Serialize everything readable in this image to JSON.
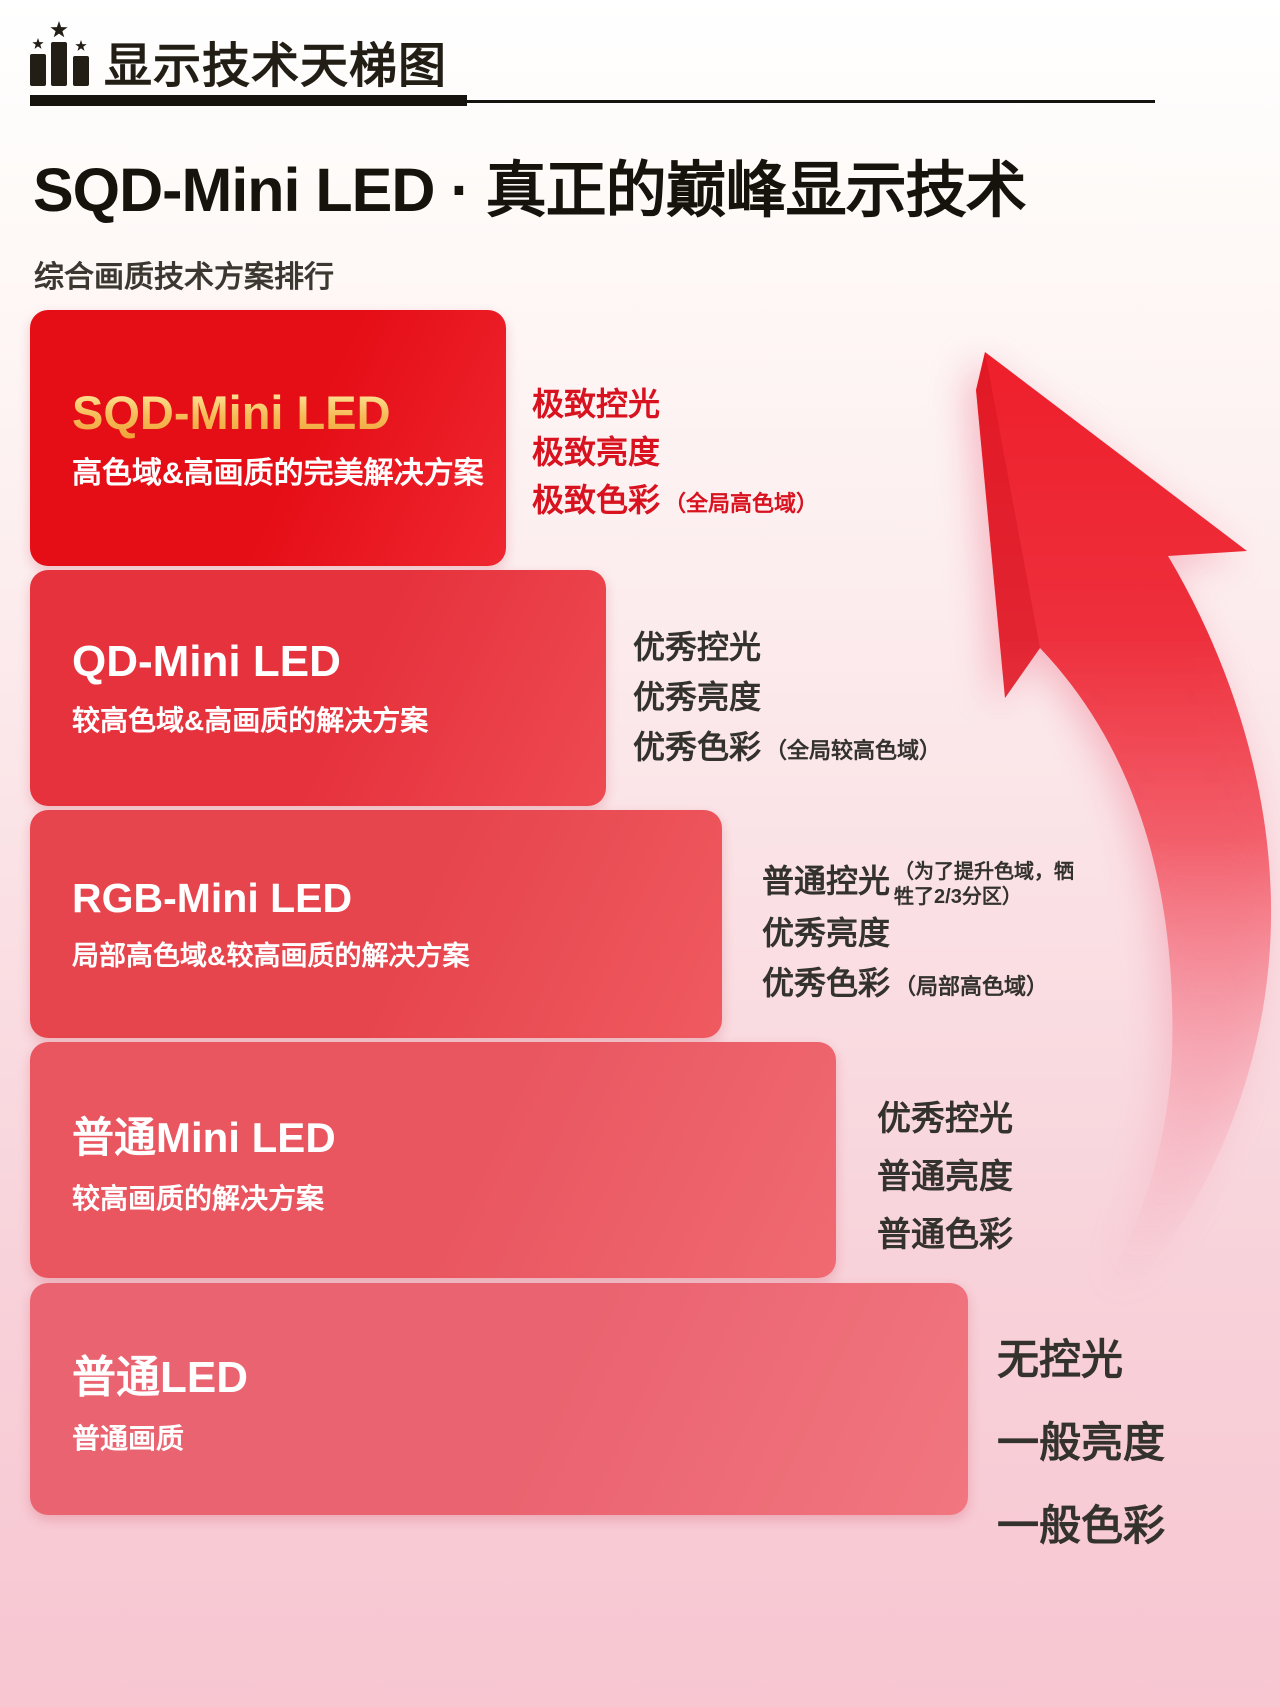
{
  "header": {
    "title": "显示技术天梯图",
    "icon": "podium-stars-icon"
  },
  "hero": {
    "title": "SQD-Mini LED · 真正的巅峰显示技术",
    "subtitle": "综合画质技术方案排行"
  },
  "arrow": {
    "icon": "upward-swoosh-arrow",
    "color_top": "#ee1f2b",
    "color_bottom": "#f8c6d2"
  },
  "colors": {
    "tier1_bg": "#e50d16",
    "tier2_bg": "#e6323d",
    "tier3_bg": "#e7454d",
    "tier4_bg": "#e95660",
    "tier5_bg": "#ea6370",
    "gold_text_top": "#fde294",
    "gold_text_bottom": "#f0a136",
    "feature_red": "#d8121f",
    "feature_dark": "#34322d",
    "page_bottom": "#f7c6d1",
    "ink": "#16120d"
  },
  "tiers": [
    {
      "name": "SQD-Mini LED",
      "desc": "高色域&高画质的完美解决方案",
      "features": [
        {
          "text": "极致控光",
          "note": ""
        },
        {
          "text": "极致亮度",
          "note": ""
        },
        {
          "text": "极致色彩",
          "note": "（全局高色域）"
        }
      ]
    },
    {
      "name": "QD-Mini LED",
      "desc": "较高色域&高画质的解决方案",
      "features": [
        {
          "text": "优秀控光",
          "note": ""
        },
        {
          "text": "优秀亮度",
          "note": ""
        },
        {
          "text": "优秀色彩",
          "note": "（全局较高色域）"
        }
      ]
    },
    {
      "name": "RGB-Mini LED",
      "desc": "局部高色域&较高画质的解决方案",
      "features": [
        {
          "text": "普通控光",
          "note": "（为了提升色域，牺牲了2/3分区）"
        },
        {
          "text": "优秀亮度",
          "note": ""
        },
        {
          "text": "优秀色彩",
          "note": "（局部高色域）"
        }
      ]
    },
    {
      "name": "普通Mini LED",
      "desc": "较高画质的解决方案",
      "features": [
        {
          "text": "优秀控光",
          "note": ""
        },
        {
          "text": "普通亮度",
          "note": ""
        },
        {
          "text": "普通色彩",
          "note": ""
        }
      ]
    },
    {
      "name": "普通LED",
      "desc": "普通画质",
      "features": [
        {
          "text": "无控光",
          "note": ""
        },
        {
          "text": "一般亮度",
          "note": ""
        },
        {
          "text": "一般色彩",
          "note": ""
        }
      ]
    }
  ]
}
